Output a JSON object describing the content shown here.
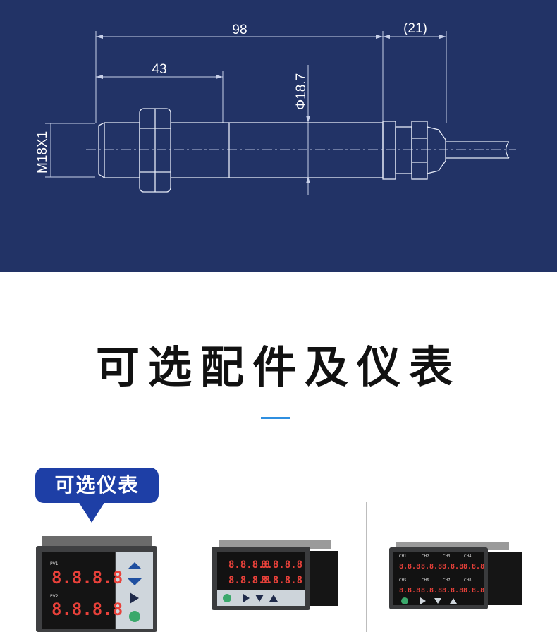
{
  "drawing": {
    "dim_length_total": "98",
    "dim_length_body": "43",
    "dim_cable_gland": "(21)",
    "dim_diameter": "Φ18.7",
    "dim_thread": "M18X1"
  },
  "section": {
    "title": "可选配件及仪表"
  },
  "tag": {
    "label": "可选仪表"
  },
  "meters": [
    {
      "channel_labels": [
        "PV1",
        "PV2"
      ],
      "readout": "8.8.8.8"
    },
    {
      "readout": "8.8.8.8"
    },
    {
      "channel_labels": [
        "CH1",
        "CH2",
        "CH3",
        "CH4",
        "CH5",
        "CH6",
        "CH7",
        "CH8"
      ],
      "readout": "8.8.8"
    }
  ],
  "colors": {
    "panel_background": "#223366",
    "accent_line": "#2f8fe0",
    "badge": "#1e3fa6"
  }
}
